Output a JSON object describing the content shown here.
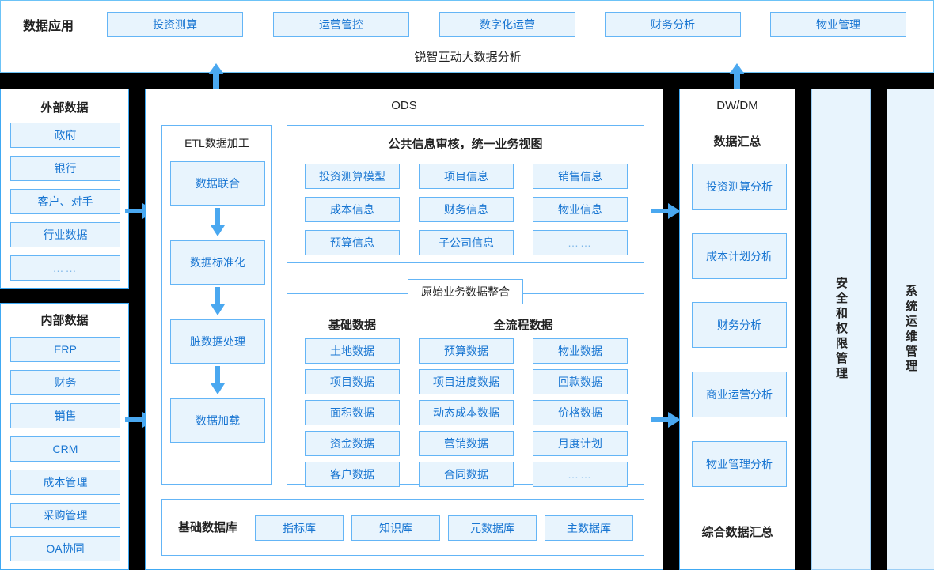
{
  "top": {
    "label": "数据应用",
    "apps": [
      "投资测算",
      "运营管控",
      "数字化运营",
      "财务分析",
      "物业管理"
    ],
    "platform_title": "锐智互动大数据分析"
  },
  "external": {
    "title": "外部数据",
    "items": [
      "政府",
      "银行",
      "客户、对手",
      "行业数据",
      "……"
    ]
  },
  "internal": {
    "title": "内部数据",
    "items": [
      "ERP",
      "财务",
      "销售",
      "CRM",
      "成本管理",
      "采购管理",
      "OA协同"
    ]
  },
  "ods": {
    "title": "ODS",
    "etl": {
      "title": "ETL数据加工",
      "steps": [
        "数据联合",
        "数据标准化",
        "脏数据处理",
        "数据加载"
      ]
    },
    "public_view": {
      "title": "公共信息审核，统一业务视图",
      "items": [
        "投资测算模型",
        "项目信息",
        "销售信息",
        "成本信息",
        "财务信息",
        "物业信息",
        "预算信息",
        "子公司信息",
        "……"
      ]
    },
    "raw_integration": {
      "title": "原始业务数据整合",
      "basic_label": "基础数据",
      "basic_items": [
        "土地数据",
        "项目数据",
        "面积数据",
        "资金数据",
        "客户数据"
      ],
      "flow_label": "全流程数据",
      "flow_col1": [
        "预算数据",
        "项目进度数据",
        "动态成本数据",
        "营销数据",
        "合同数据"
      ],
      "flow_col2": [
        "物业数据",
        "回款数据",
        "价格数据",
        "月度计划",
        "……"
      ]
    },
    "base_db": {
      "label": "基础数据库",
      "items": [
        "指标库",
        "知识库",
        "元数据库",
        "主数据库"
      ]
    }
  },
  "dw": {
    "title": "DW/DM",
    "summary_label": "数据汇总",
    "items": [
      "投资测算分析",
      "成本计划分析",
      "财务分析",
      "商业运营分析",
      "物业管理分析"
    ],
    "footer_label": "综合数据汇总"
  },
  "side_columns": [
    {
      "text": "安全和权限管理"
    },
    {
      "text": "系统运维管理"
    }
  ],
  "colors": {
    "chip_fill": "#e8f4fd",
    "chip_border": "#64b5f6",
    "chip_text": "#1976d2",
    "arrow": "#4aa8f0",
    "frame": "#000000"
  },
  "icons": {
    "up_arrow": "up-arrow-icon",
    "right_arrow": "right-arrow-icon",
    "down_arrow": "down-arrow-icon"
  }
}
